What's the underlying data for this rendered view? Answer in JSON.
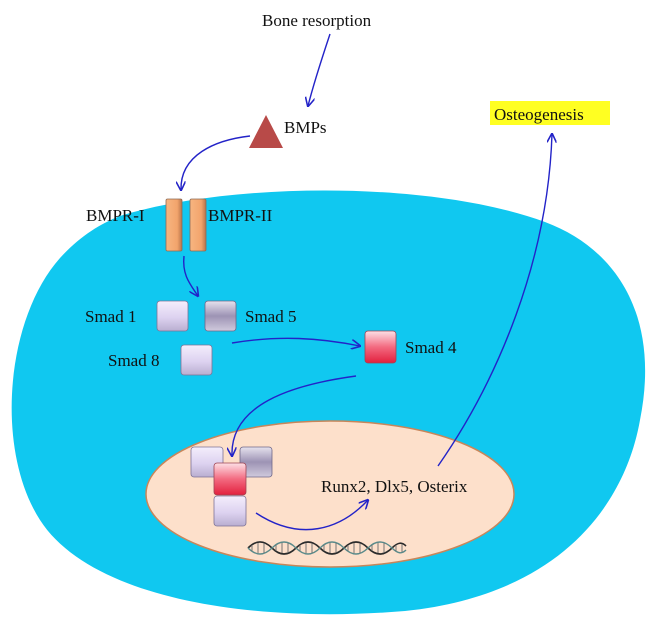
{
  "labels": {
    "bone_resorption": "Bone resorption",
    "bmps": "BMPs",
    "bmpr1": "BMPR-I",
    "bmpr2": "BMPR-II",
    "smad1": "Smad 1",
    "smad5": "Smad 5",
    "smad8": "Smad 8",
    "smad4": "Smad 4",
    "genes": "Runx2, Dlx5, Osterix",
    "outcome": "Osteogenesis"
  },
  "colors": {
    "cell": "#10c8f0",
    "nucleus": "#fde0cb",
    "nucleus_border": "#c8865a",
    "arrow": "#2323c8",
    "bmp_triangle": "#b84a48",
    "receptor": "#f2a46c",
    "smad_light": "#ddd2f0",
    "smad_dark": "#9d93b4",
    "smad4": "#ee2f4f",
    "highlight": "#ffff22"
  },
  "icons": {
    "ligand": "triangle",
    "dna": "double-helix"
  }
}
